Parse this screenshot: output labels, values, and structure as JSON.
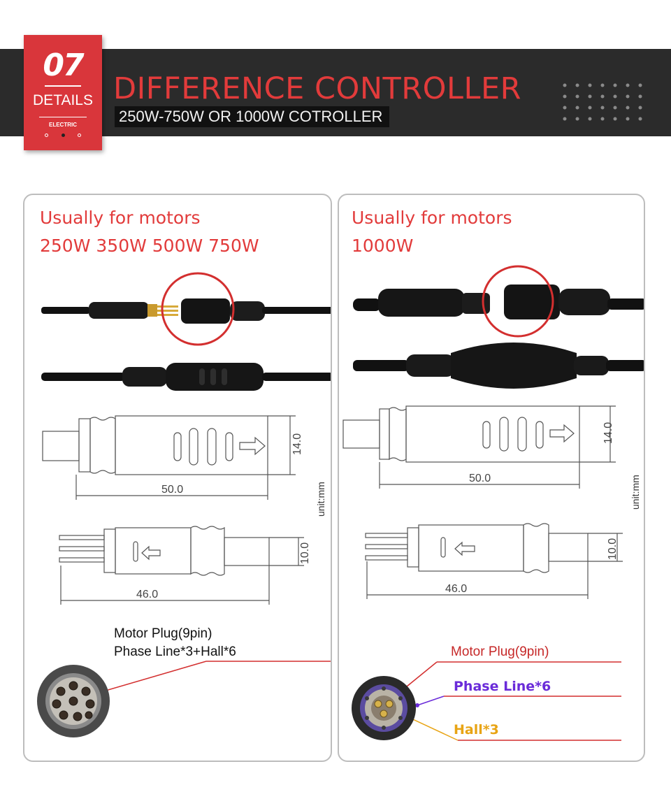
{
  "header": {
    "badge_number": "07",
    "badge_label": "DETAILS",
    "badge_mini": "ELECTRIC",
    "title": "DIFFERENCE CONTROLLER",
    "subtitle": "250W-750W OR 1000W  COTROLLER"
  },
  "left_panel": {
    "heading_line1": "Usually for motors",
    "heading_line2": "250W 350W 500W 750W",
    "dims": {
      "width_top": "50.0",
      "height_top": "14.0",
      "width_bottom": "46.0",
      "height_bottom": "10.0"
    },
    "unit": "unit:mm",
    "plug_label_line1": "Motor Plug(9pin)",
    "plug_label_line2": "Phase Line*3+Hall*6"
  },
  "right_panel": {
    "heading_line1": "Usually for motors",
    "heading_line2": "1000W",
    "dims": {
      "width_top": "50.0",
      "height_top": "14.0",
      "width_bottom": "46.0",
      "height_bottom": "10.0"
    },
    "unit": "unit:mm",
    "plug_label": "Motor Plug(9pin)",
    "phase_label": "Phase Line*6",
    "hall_label": "Hall*3"
  },
  "colors": {
    "accent_red": "#e23b3b",
    "band": "#2b2b2b",
    "purple": "#6a2bd9",
    "gold": "#e8a414"
  }
}
